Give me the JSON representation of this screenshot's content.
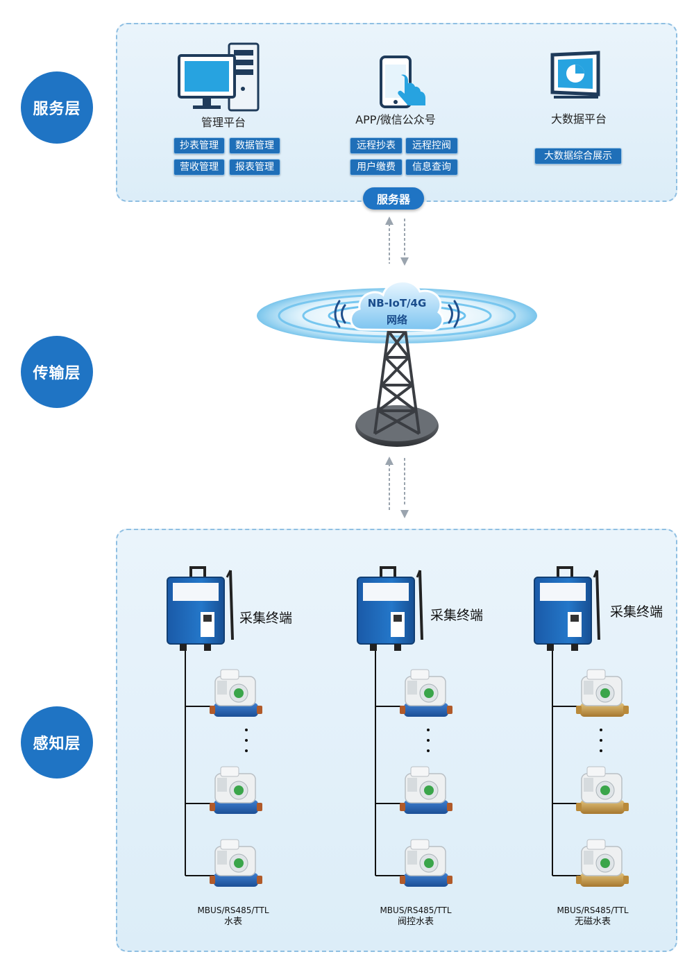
{
  "layers": {
    "service": "服务层",
    "transport": "传输层",
    "perception": "感知层"
  },
  "service": {
    "platforms": [
      {
        "title": "管理平台",
        "icon": "computer-icon",
        "tags": [
          "抄表管理",
          "数据管理",
          "营收管理",
          "报表管理"
        ]
      },
      {
        "title": "APP/微信公众号",
        "icon": "smartphone-icon",
        "tags": [
          "远程抄表",
          "远程控阀",
          "用户缴费",
          "信息查询"
        ]
      },
      {
        "title": "大数据平台",
        "icon": "monitor-chart-icon",
        "tags": [
          "大数据综合展示"
        ]
      }
    ],
    "server_label": "服务器"
  },
  "network": {
    "line1": "NB-IoT/4G",
    "line2": "网络"
  },
  "perception": {
    "groups": [
      {
        "terminal_label": "采集终端",
        "caption_line1": "MBUS/RS485/TTL",
        "caption_line2": "水表"
      },
      {
        "terminal_label": "采集终端",
        "caption_line1": "MBUS/RS485/TTL",
        "caption_line2": "阀控水表"
      },
      {
        "terminal_label": "采集终端",
        "caption_line1": "MBUS/RS485/TTL",
        "caption_line2": "无磁水表"
      }
    ]
  },
  "colors": {
    "accent": "#1f74c4",
    "panel_bg": "#e4f1fa",
    "panel_border": "#8fbfe2",
    "terminal_blue": "#1b5fae"
  }
}
